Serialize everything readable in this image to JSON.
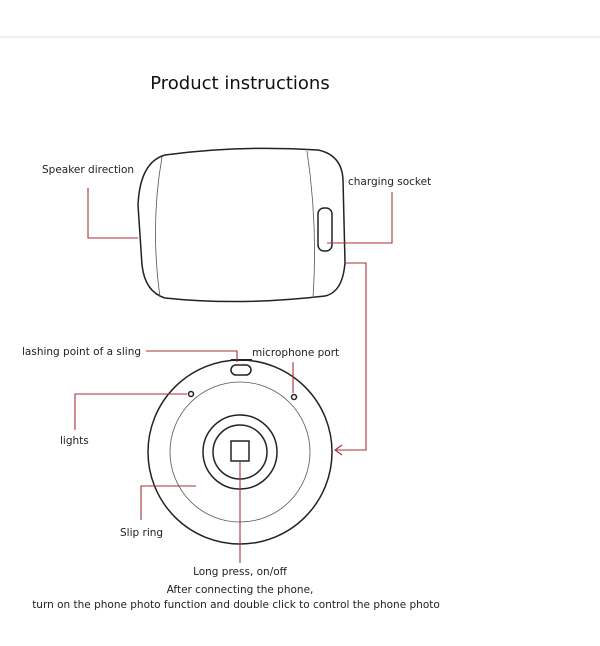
{
  "title": "Product instructions",
  "labels": {
    "speaker_direction": "Speaker direction",
    "charging_socket": "charging socket",
    "lashing_point": "lashing point of a sling",
    "microphone_port": "microphone port",
    "lights": "lights",
    "slip_ring": "Slip ring",
    "long_press": "Long press, on/off"
  },
  "notes": {
    "line1": "After connecting the phone,",
    "line2": "turn on the phone photo function and double click to control the phone photo"
  },
  "colors": {
    "leader": "#a8323a",
    "outline": "#222222"
  }
}
